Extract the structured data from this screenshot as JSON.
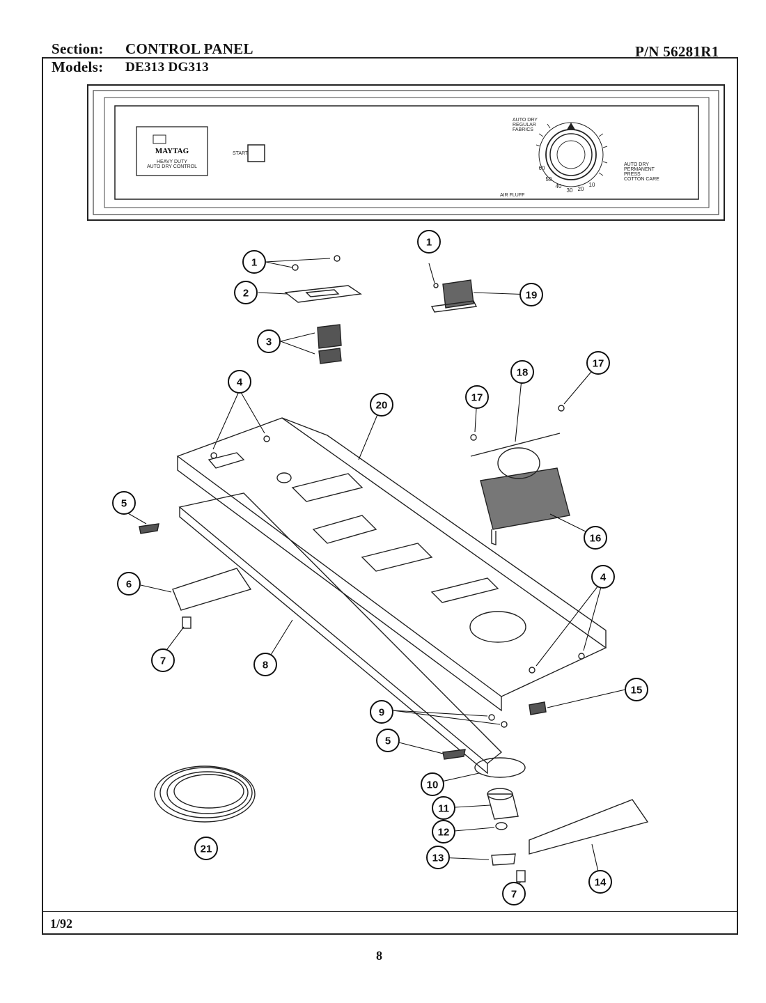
{
  "header": {
    "section_label": "Section:",
    "section_value": "CONTROL PANEL",
    "models_label": "Models:",
    "models_value": "DE313  DG313",
    "part_number": "P/N 56281R1"
  },
  "panel": {
    "brand": "MAYTAG",
    "brand_sub1": "HEAVY DUTY",
    "brand_sub2": "AUTO DRY CONTROL",
    "start": "START",
    "dial_left_top": "AUTO DRY",
    "dial_left_mid": "REGULAR",
    "dial_left_bot": "FABRICS",
    "dial_right_top": "AUTO DRY",
    "dial_right_mid": "PERMANENT",
    "dial_right_mid2": "PRESS",
    "dial_right_bot": "COTTON CARE",
    "air_fluff": "AIR FLUFF",
    "dial_numbers": [
      "60",
      "50",
      "40",
      "30",
      "20",
      "10"
    ]
  },
  "callouts": [
    "1",
    "1",
    "2",
    "3",
    "4",
    "4",
    "5",
    "5",
    "6",
    "7",
    "7",
    "8",
    "9",
    "10",
    "11",
    "12",
    "13",
    "14",
    "15",
    "16",
    "17",
    "17",
    "18",
    "19",
    "20",
    "21"
  ],
  "footer": {
    "date": "1/92",
    "page": "8"
  }
}
